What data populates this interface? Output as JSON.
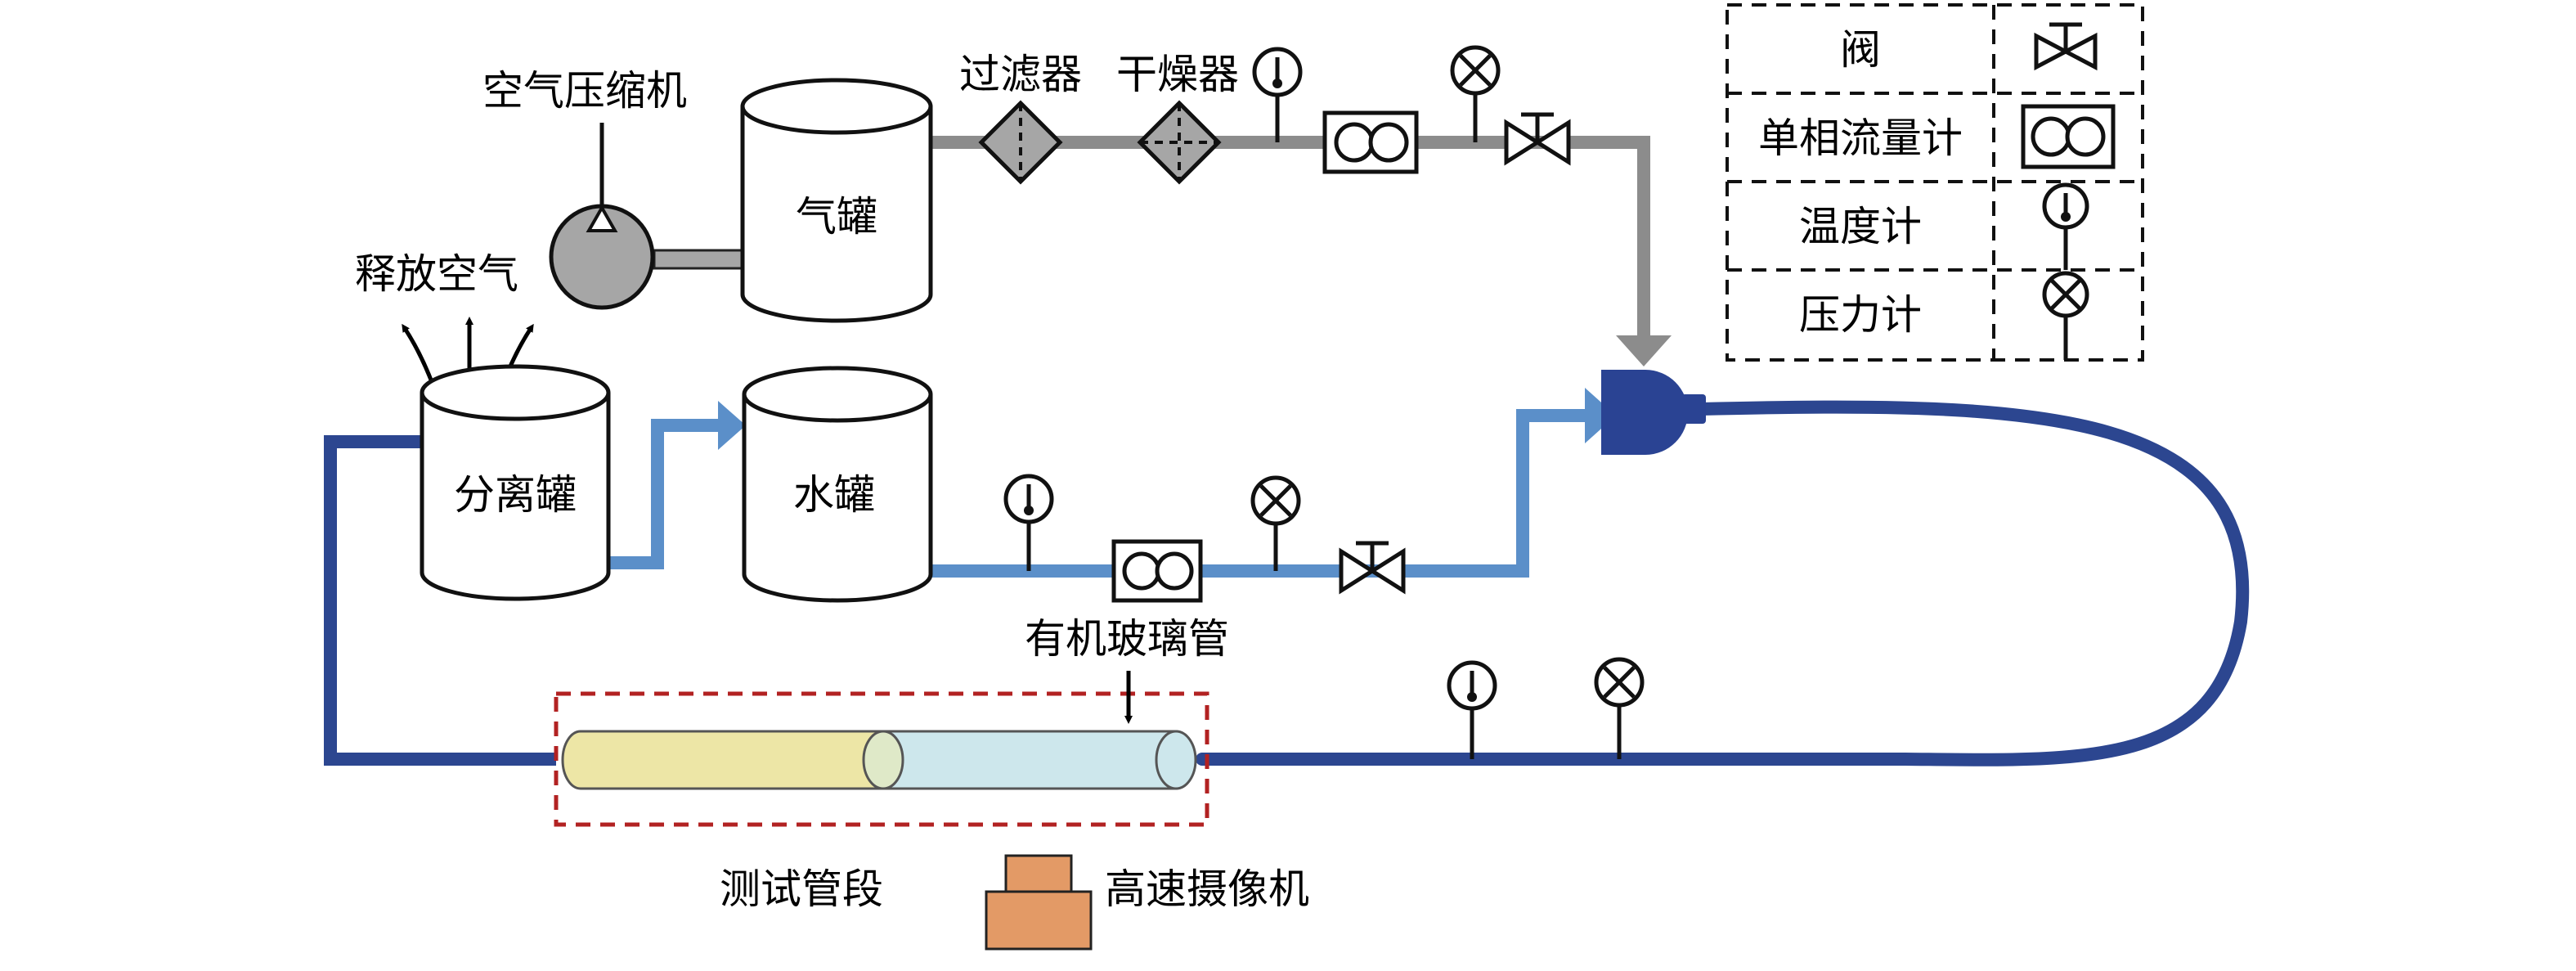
{
  "labels": {
    "compressor": "空气压缩机",
    "air_tank": "气罐",
    "filter": "过滤器",
    "dryer": "干燥器",
    "release_air": "释放空气",
    "separator": "分离罐",
    "water_tank": "水罐",
    "acrylic_pipe": "有机玻璃管",
    "test_section": "测试管段",
    "camera": "高速摄像机"
  },
  "legend": {
    "items": [
      {
        "label": "阀",
        "symbol": "valve-icon"
      },
      {
        "label": "单相流量计",
        "symbol": "flowmeter-icon"
      },
      {
        "label": "温度计",
        "symbol": "thermometer-icon"
      },
      {
        "label": "压力计",
        "symbol": "pressure-gauge-icon"
      }
    ]
  },
  "colors": {
    "air_line": "#8c8c8c",
    "water_line": "#5b8fc9",
    "mixed_line": "#2c4690",
    "mixer": "#2a4393",
    "test_box": "#b22222",
    "gas_slug": "#ede6a6",
    "liquid_slug": "#cde7ec",
    "camera": "#e39a66",
    "equipment_gray": "#a6a6a6"
  }
}
